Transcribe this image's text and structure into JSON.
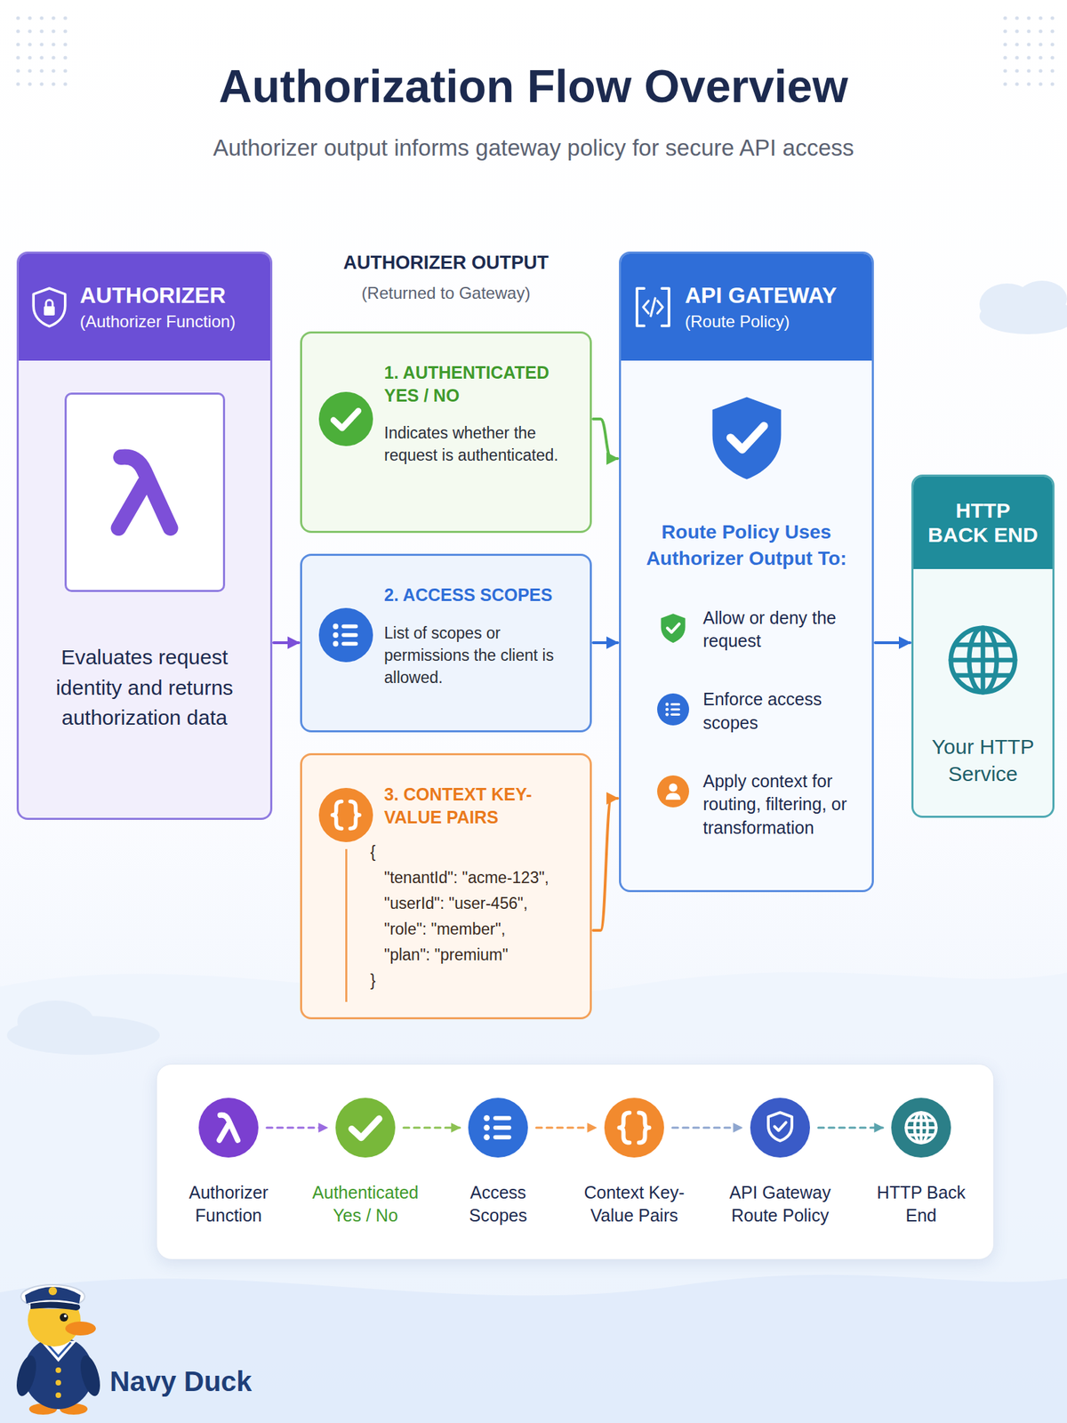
{
  "diagram": {
    "title": "Authorization Flow Overview",
    "nodes": [
      {
        "text": [
          "AUTHORIZER",
          "(Authorizer Function)",
          "Evaluates request identity and returns authorization data"
        ]
      },
      {
        "text": [
          "1. AUTHENTICATED YES / NO",
          "Indicates whether the request is authenticated."
        ]
      },
      {
        "text": [
          "2. ACCESS SCOPES",
          "List of scopes or permissions the client is allowed."
        ]
      },
      {
        "text": [
          "3. CONTEXT KEY-VALUE PAIRS",
          "{",
          "\"tenantId\": \"acme-123\",",
          "\"userId\": \"user-456\",",
          "\"role\": \"member\",",
          "\"plan\": \"premium\"",
          "}"
        ]
      },
      {
        "text": [
          "API GATEWAY",
          "(Route Policy)",
          "Route Policy Uses Authorizer Output To:",
          "Allow or deny the request",
          "Enforce access scopes",
          "Apply context for routing, filtering, or transformation"
        ]
      },
      {
        "text": [
          "HTTP BACK END",
          "Your HTTP Service"
        ]
      },
      {
        "text": [
          "Authorizer Function"
        ]
      },
      {
        "text": [
          "Authenticated Yes / No"
        ]
      },
      {
        "text": [
          "Access Scopes"
        ]
      },
      {
        "text": [
          "Context Key-Value Pairs"
        ]
      },
      {
        "text": [
          "API Gateway Route Policy"
        ]
      },
      {
        "text": [
          "HTTP Back End"
        ]
      }
    ],
    "edges": [
      {
        "from": 0,
        "to": 2,
        "arrow": "to"
      },
      {
        "from": 1,
        "to": 4,
        "arrow": "to"
      },
      {
        "from": 2,
        "to": 4,
        "arrow": "to"
      },
      {
        "from": 3,
        "to": 4,
        "arrow": "to"
      },
      {
        "from": 4,
        "to": 5,
        "arrow": "to"
      },
      {
        "from": 6,
        "to": 7,
        "arrow": "to"
      },
      {
        "from": 7,
        "to": 8,
        "arrow": "to"
      },
      {
        "from": 8,
        "to": 9,
        "arrow": "to"
      },
      {
        "from": 9,
        "to": 10,
        "arrow": "to"
      },
      {
        "from": 10,
        "to": 11,
        "arrow": "to"
      }
    ],
    "labels": [
      "Authorizer output informs gateway policy for secure API access",
      "AUTHORIZER OUTPUT",
      "(Returned to Gateway)",
      "Navy Duck"
    ]
  }
}
